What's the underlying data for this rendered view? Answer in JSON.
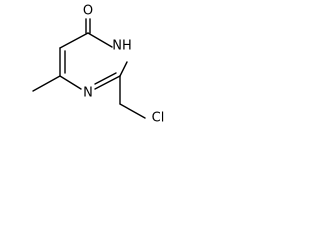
{
  "molecule": {
    "atoms": {
      "oxygen": "O",
      "nh": "NH",
      "n": "N",
      "chlorine": "Cl"
    }
  }
}
